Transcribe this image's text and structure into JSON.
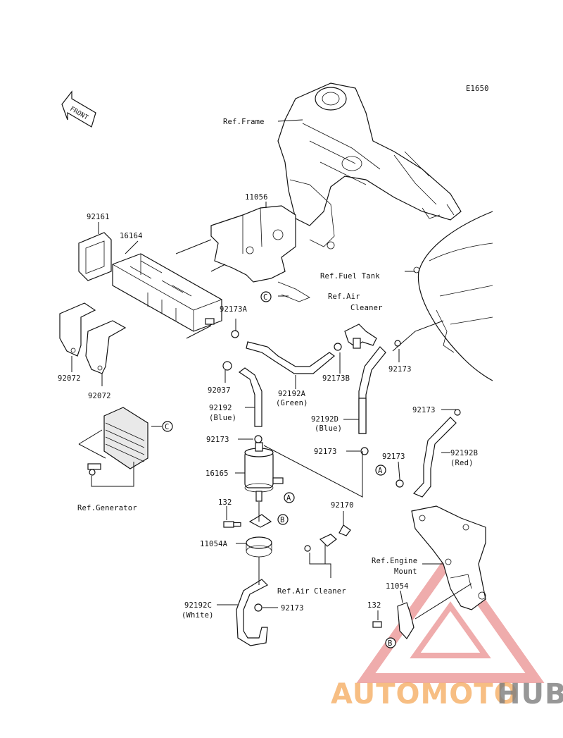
{
  "diagram_code": "E1650",
  "front_arrow": "FRONT",
  "refs": {
    "frame": "Ref.Frame",
    "fuel_tank": "Ref.Fuel Tank",
    "air_cleaner_top_1": "Ref.Air",
    "air_cleaner_top_2": "Cleaner",
    "generator": "Ref.Generator",
    "air_cleaner_bottom": "Ref.Air Cleaner",
    "engine_mount_1": "Ref.Engine",
    "engine_mount_2": "Mount"
  },
  "parts": {
    "p11056": "11056",
    "p92161": "92161",
    "p16164": "16164",
    "p92173A": "92173A",
    "p92173B": "92173B",
    "p92173_r": "92173",
    "p92072_a": "92072",
    "p92072_b": "92072",
    "p92037": "92037",
    "p92192A": "92192A",
    "p92192A_c": "(Green)",
    "p92192": "92192",
    "p92192_c": "(Blue)",
    "p92192D": "92192D",
    "p92192D_c": "(Blue)",
    "p92173_1": "92173",
    "p92173_2": "92173",
    "p92173_3": "92173",
    "p92173_4": "92173",
    "p92192B": "92192B",
    "p92192B_c": "(Red)",
    "p16165": "16165",
    "p132_a": "132",
    "p11054A": "11054A",
    "p92170": "92170",
    "p92192C": "92192C",
    "p92192C_c": "(White)",
    "p92173_5": "92173",
    "p11054": "11054",
    "p132_b": "132"
  },
  "connectors": {
    "c_top": "C",
    "c_gen": "C",
    "a_right": "A",
    "a_canister": "A",
    "b_mid": "B",
    "b_low": "B"
  },
  "watermark": {
    "auto": "AUTOMOTO",
    "hub": "HUB"
  }
}
